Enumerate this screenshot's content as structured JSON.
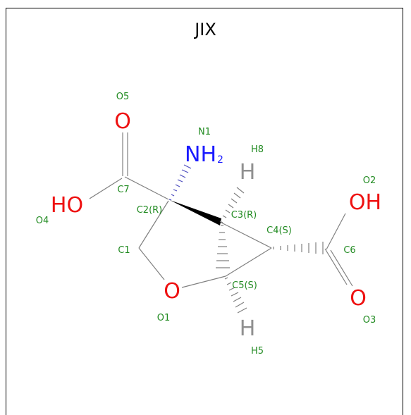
{
  "title": "JIX",
  "colors": {
    "oxygen": "#ee1111",
    "nitrogen": "#1a1aff",
    "hydrogen": "#909090",
    "label": "#228b22",
    "bond": "#808080"
  },
  "elements": {
    "o_top": "O",
    "o_ring": "O",
    "o_right": "O",
    "oh_left": "HO",
    "oh_right": "OH",
    "nh2_n": "NH",
    "nh2_sub": "2",
    "h_top": "H",
    "h_bottom": "H"
  },
  "atom_labels": {
    "O5": "O5",
    "N1": "N1",
    "H8": "H8",
    "O2": "O2",
    "C7": "C7",
    "O4": "O4",
    "C2": "C2(R)",
    "C3": "C3(R)",
    "C4": "C4(S)",
    "C1": "C1",
    "C6": "C6",
    "C5": "C5(S)",
    "O1": "O1",
    "O3": "O3",
    "H5": "H5"
  }
}
